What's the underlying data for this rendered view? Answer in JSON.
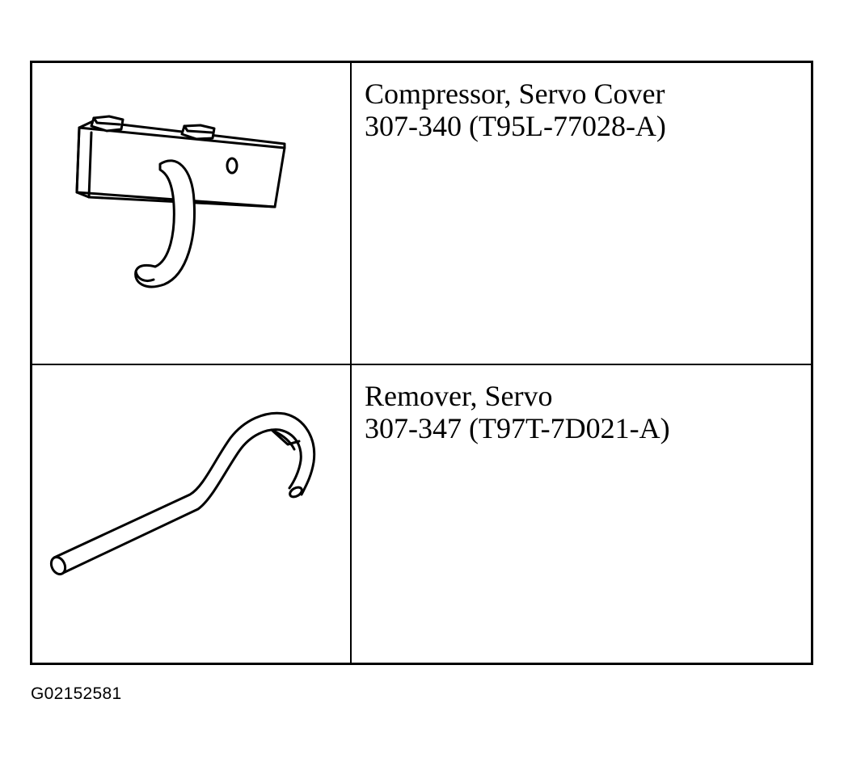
{
  "tools": [
    {
      "name": "Compressor, Servo Cover",
      "number": "307-340 (T95L-77028-A)",
      "illustration": "servo-cover-compressor-illustration"
    },
    {
      "name": "Remover, Servo",
      "number": "307-347 (T97T-7D021-A)",
      "illustration": "servo-remover-illustration"
    }
  ],
  "figure_id": "G02152581",
  "colors": {
    "ink": "#000000",
    "paper": "#ffffff"
  }
}
